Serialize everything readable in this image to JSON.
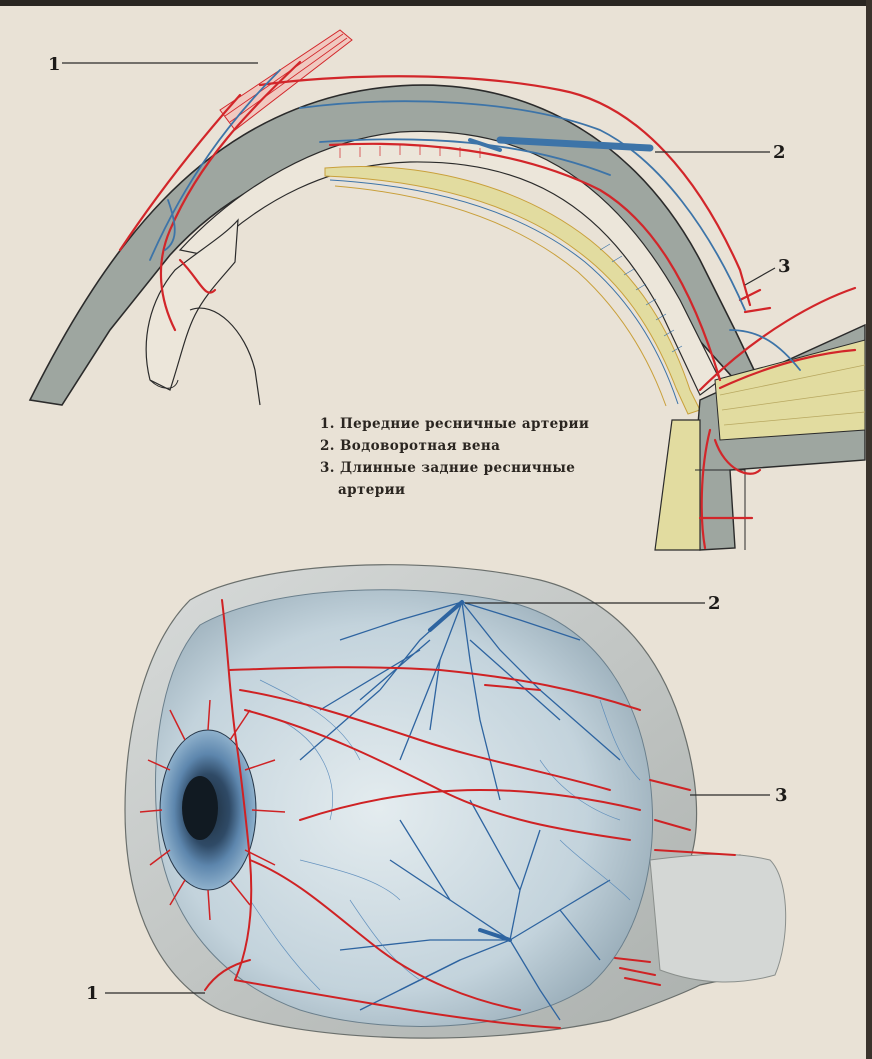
{
  "colors": {
    "paper": "#e9e2d6",
    "sclera_gray": "#9ea6a0",
    "artery_red": "#d2262a",
    "vein_blue": "#3d74a8",
    "retina_yellow": "#e2dca0",
    "eyeball_bg": "#c9d7df"
  },
  "top_diagram": {
    "labels": {
      "one": "1",
      "two": "2",
      "three": "3"
    }
  },
  "legend": {
    "item1": "1.  Передние ресничные артерии",
    "item2": "2.  Водоворотная вена",
    "item3a": "3.  Длинные задние ресничные",
    "item3b": "артерии"
  },
  "bottom_diagram": {
    "labels": {
      "one": "1",
      "two": "2",
      "three": "3"
    }
  }
}
